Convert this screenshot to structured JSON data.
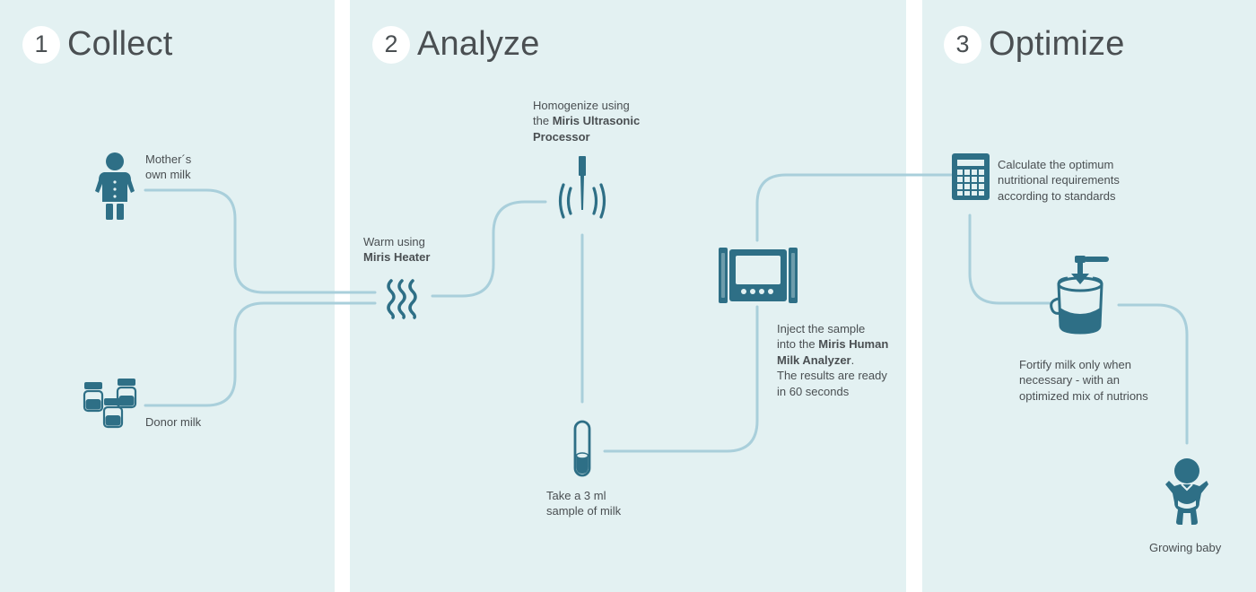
{
  "steps": [
    {
      "number": "1",
      "title": "Collect"
    },
    {
      "number": "2",
      "title": "Analyze"
    },
    {
      "number": "3",
      "title": "Optimize"
    }
  ],
  "labels": {
    "mothers_milk": [
      "Mother´s",
      "own milk"
    ],
    "donor_milk": "Donor milk",
    "warm": {
      "text": "Warm using",
      "bold": "Miris Heater"
    },
    "homogenize": {
      "text1": "Homogenize using",
      "text2": "the ",
      "bold1": "Miris Ultrasonic",
      "bold2": "Processor"
    },
    "sample": [
      "Take a 3 ml",
      "sample of milk"
    ],
    "inject": {
      "line1": "Inject the sample",
      "line2a": "into the ",
      "bold2": "Miris Human",
      "bold3": "Milk Analyzer",
      "line3end": ".",
      "line4": "The results are ready",
      "line5": "in 60 seconds"
    },
    "calculate": [
      "Calculate the optimum",
      "nutritional requirements",
      "according to standards"
    ],
    "fortify": [
      "Fortify milk only when",
      "necessary - with an",
      "optimized mix of nutrions"
    ],
    "baby": "Growing baby"
  },
  "icons": [
    "mother-icon",
    "donor-milk-bottles-icon",
    "heater-waves-icon",
    "ultrasonic-processor-icon",
    "test-tube-icon",
    "analyzer-device-icon",
    "calculator-icon",
    "fortifier-cup-icon",
    "baby-icon"
  ],
  "colors": {
    "panel": "#e3f1f2",
    "icon": "#2e6f86",
    "connector": "#a9cfdb",
    "text": "#4a4f52"
  }
}
